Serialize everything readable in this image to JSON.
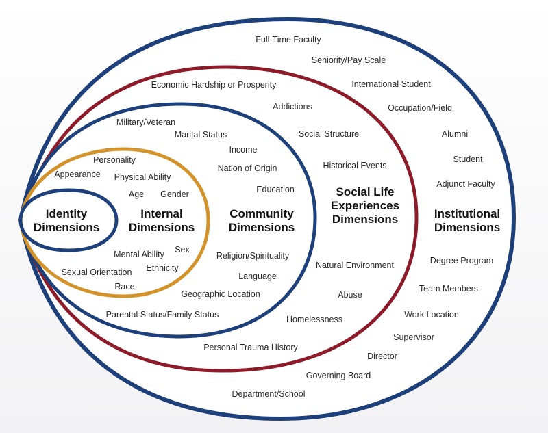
{
  "colors": {
    "navy": "#1d3f7a",
    "maroon": "#8e1b2a",
    "gold": "#d4922a",
    "text": "#2a2a2a",
    "heading": "#111111"
  },
  "layers": [
    {
      "key": "institutional",
      "heading": [
        "Institutional",
        "Dimensions"
      ],
      "terms": [
        "Full-Time Faculty",
        "Seniority/Pay Scale",
        "International Student",
        "Occupation/Field",
        "Alumni",
        "Student",
        "Adjunct Faculty",
        "Degree Program",
        "Team Members",
        "Work Location",
        "Supervisor",
        "Director",
        "Governing Board",
        "Department/School"
      ]
    },
    {
      "key": "social",
      "heading": [
        "Social Life",
        "Experiences",
        "Dimensions"
      ],
      "terms": [
        "Economic Hardship or Prosperity",
        "Addictions",
        "Social Structure",
        "Historical Events",
        "Natural Environment",
        "Abuse",
        "Homelessness",
        "Personal Trauma History"
      ]
    },
    {
      "key": "community",
      "heading": [
        "Community",
        "Dimensions"
      ],
      "terms": [
        "Military/Veteran",
        "Marital Status",
        "Income",
        "Nation of Origin",
        "Education",
        "Religion/Spirituality",
        "Language",
        "Geographic Location",
        "Parental Status/Family Status"
      ]
    },
    {
      "key": "internal",
      "heading": [
        "Internal",
        "Dimensions"
      ],
      "terms": [
        "Personality",
        "Appearance",
        "Physical Ability",
        "Age",
        "Gender",
        "Mental Ability",
        "Sex",
        "Ethnicity",
        "Sexual Orientation",
        "Race"
      ]
    },
    {
      "key": "identity",
      "heading": [
        "Identity",
        "Dimensions"
      ],
      "terms": []
    }
  ]
}
